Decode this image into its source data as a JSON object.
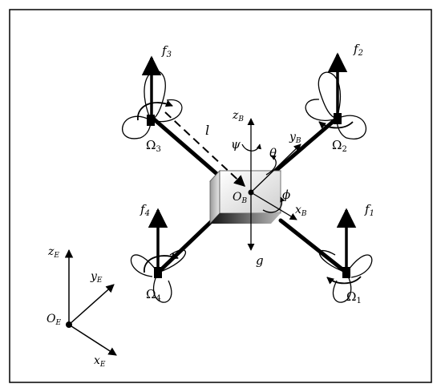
{
  "labels": {
    "f1": "f",
    "f1_sub": "1",
    "f2": "f",
    "f2_sub": "2",
    "f3": "f",
    "f3_sub": "3",
    "f4": "f",
    "f4_sub": "4",
    "omega1": "Ω",
    "omega1_sub": "1",
    "omega2": "Ω",
    "omega2_sub": "2",
    "omega3": "Ω",
    "omega3_sub": "3",
    "omega4": "Ω",
    "omega4_sub": "4",
    "l": "l",
    "psi": "ψ",
    "theta": "θ",
    "phi": "ϕ",
    "g": "g",
    "zB": "z",
    "zB_sub": "B",
    "yB": "y",
    "yB_sub": "B",
    "xB": "x",
    "xB_sub": "B",
    "OB": "O",
    "OB_sub": "B",
    "zE": "z",
    "zE_sub": "E",
    "yE": "y",
    "yE_sub": "E",
    "xE": "x",
    "xE_sub": "E",
    "OE": "O",
    "OE_sub": "E"
  }
}
